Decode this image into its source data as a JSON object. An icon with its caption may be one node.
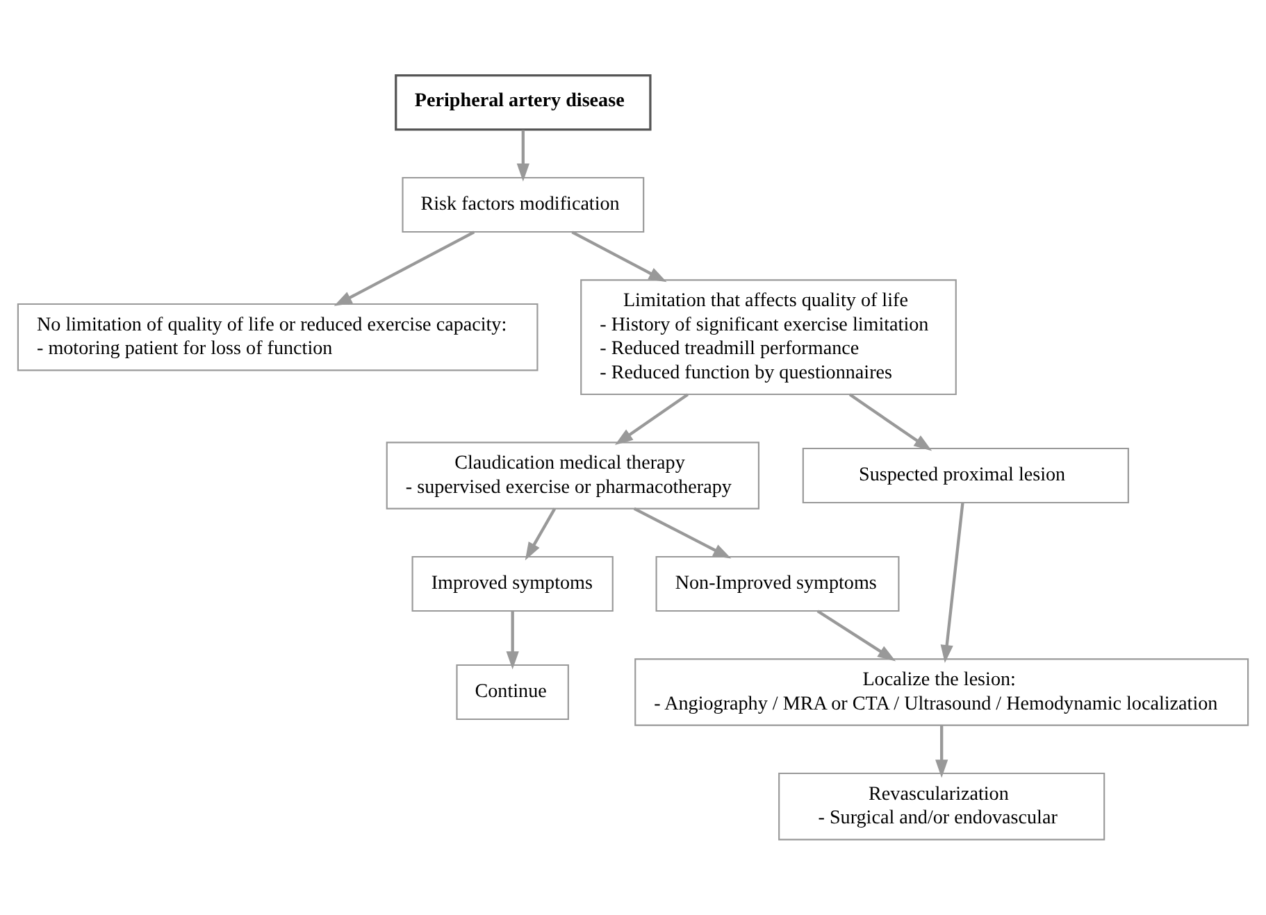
{
  "diagram": {
    "nodes": [
      {
        "text": [
          "Peripheral artery disease"
        ]
      },
      {
        "text": [
          "Risk factors modification"
        ]
      },
      {
        "text": [
          "No limitation of quality of life or reduced exercise capacity:",
          "- motoring patient for loss of function"
        ]
      },
      {
        "text": [
          "Limitation that affects quality of life",
          "- History of significant exercise limitation",
          "- Reduced treadmill performance",
          "- Reduced function by questionnaires"
        ]
      },
      {
        "text": [
          "Claudication medical therapy",
          "- supervised exercise or pharmacotherapy"
        ]
      },
      {
        "text": [
          "Suspected proximal lesion"
        ]
      },
      {
        "text": [
          "Improved symptoms"
        ]
      },
      {
        "text": [
          "Non-Improved symptoms"
        ]
      },
      {
        "text": [
          "Continue"
        ]
      },
      {
        "text": [
          "Localize the lesion:",
          "- Angiography / MRA or CTA / Ultrasound / Hemodynamic localization"
        ]
      },
      {
        "text": [
          "Revascularization",
          "- Surgical and/or endovascular"
        ]
      }
    ],
    "edges": [
      {
        "from": 0,
        "to": 1,
        "arrow": "to"
      },
      {
        "from": 1,
        "to": 2,
        "arrow": "to"
      },
      {
        "from": 1,
        "to": 3,
        "arrow": "to"
      },
      {
        "from": 3,
        "to": 4,
        "arrow": "to"
      },
      {
        "from": 3,
        "to": 5,
        "arrow": "to"
      },
      {
        "from": 4,
        "to": 6,
        "arrow": "to"
      },
      {
        "from": 4,
        "to": 7,
        "arrow": "to"
      },
      {
        "from": 6,
        "to": 8,
        "arrow": "to"
      },
      {
        "from": 7,
        "to": 9,
        "arrow": "to"
      },
      {
        "from": 5,
        "to": 9,
        "arrow": "to"
      },
      {
        "from": 9,
        "to": 10,
        "arrow": "to"
      }
    ]
  }
}
